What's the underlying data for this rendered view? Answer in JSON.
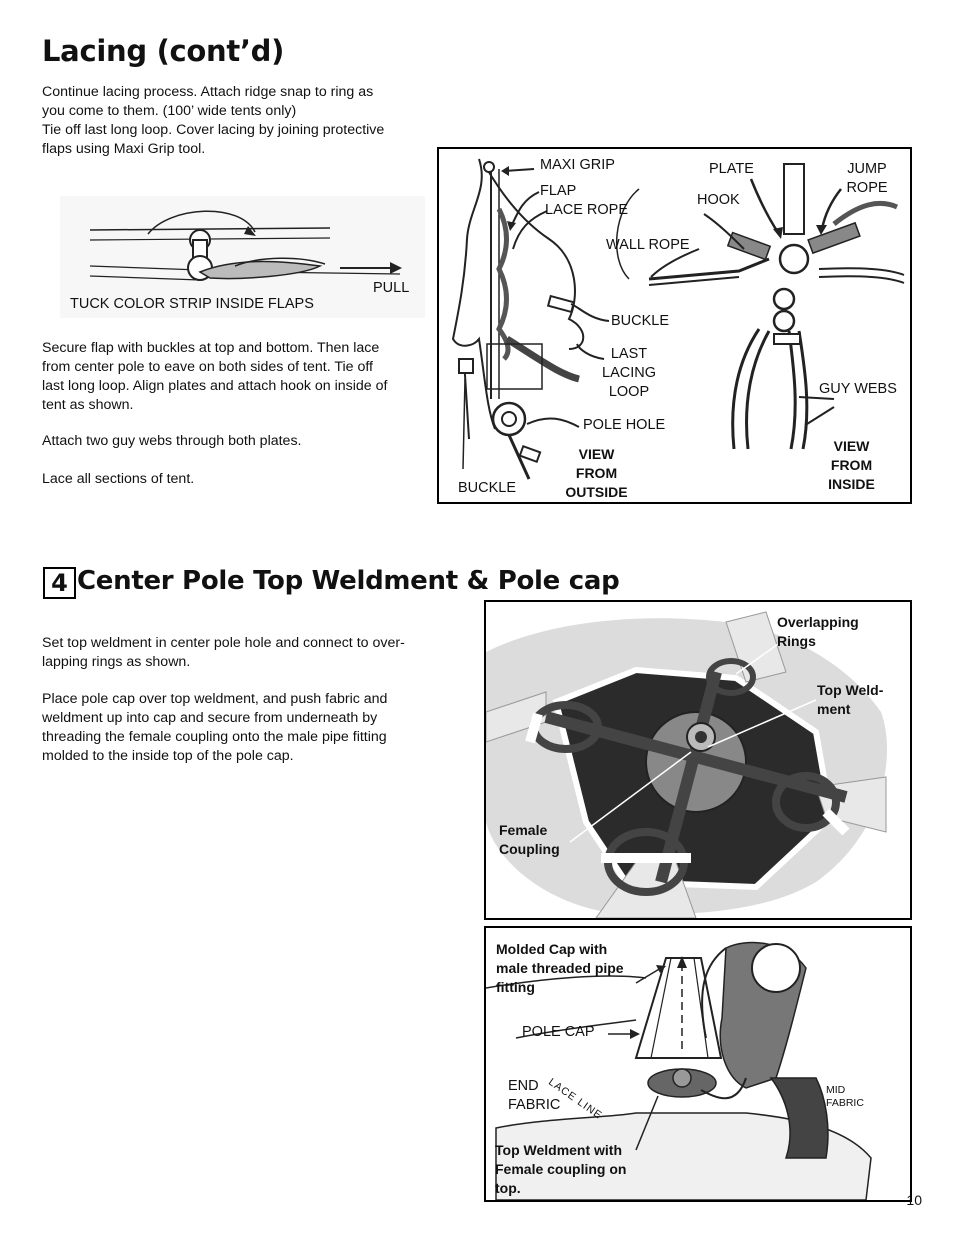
{
  "lacing": {
    "title": "Lacing (cont’d)",
    "intro": [
      "Continue lacing process.  Attach ridge snap to ring as",
      "you come to them.  (100’ wide tents only)",
      "Tie off last long loop. Cover lacing by joining protective",
      "flaps using Maxi Grip tool."
    ],
    "para2": [
      "Secure flap with buckles at top and bottom.  Then lace",
      "from center pole to eave on both sides of tent.  Tie off",
      "last long loop.  Align plates and attach hook on inside of",
      "tent as shown."
    ],
    "para3": "Attach two guy webs through both plates.",
    "para4": "Lace all sections of tent.",
    "flap_figure": {
      "tuck_label": "TUCK COLOR STRIP INSIDE FLAPS",
      "pull_label": "PULL"
    },
    "detail_figure": {
      "labels": {
        "maxi_grip": "MAXI GRIP",
        "flap": "FLAP",
        "lace_rope": "LACE ROPE",
        "buckle_mid": "BUCKLE",
        "last_lacing_loop": [
          "LAST",
          "LACING",
          "LOOP"
        ],
        "pole_hole": "POLE HOLE",
        "buckle_bottom": "BUCKLE",
        "plate": "PLATE",
        "hook": "HOOK",
        "jump_rope": [
          "JUMP",
          "ROPE"
        ],
        "wall_rope": "WALL ROPE",
        "guy_webs": "GUY WEBS"
      },
      "view_outside": [
        "VIEW",
        "FROM",
        "OUTSIDE"
      ],
      "view_inside": [
        "VIEW",
        "FROM",
        "INSIDE"
      ]
    }
  },
  "section4": {
    "number": "4",
    "title": "Center Pole Top Weldment & Pole cap",
    "para1": [
      "Set top weldment in center pole hole and connect to over-",
      "lapping rings as shown."
    ],
    "para2": [
      "Place pole cap over top weldment, and push fabric and",
      "weldment up into cap and secure from underneath by",
      "threading the female coupling onto the male pipe fitting",
      "molded to the inside top of the pole cap."
    ],
    "weldment_figure": {
      "overlapping_rings": [
        "Overlapping",
        "Rings"
      ],
      "top_weldment": [
        "Top Weld-",
        "ment"
      ],
      "female_coupling": [
        "Female",
        "Coupling"
      ]
    },
    "cap_figure": {
      "molded_cap": [
        "Molded Cap with",
        "male threaded pipe",
        "fitting"
      ],
      "pole_cap": "POLE CAP",
      "lace_line": "LACE LINE",
      "end_fabric": [
        "END",
        "FABRIC"
      ],
      "mid_fabric": [
        "MID",
        "FABRIC"
      ],
      "top_weldment": [
        "Top Weldment with",
        "Female coupling on",
        "top."
      ]
    }
  },
  "page_number": "10"
}
